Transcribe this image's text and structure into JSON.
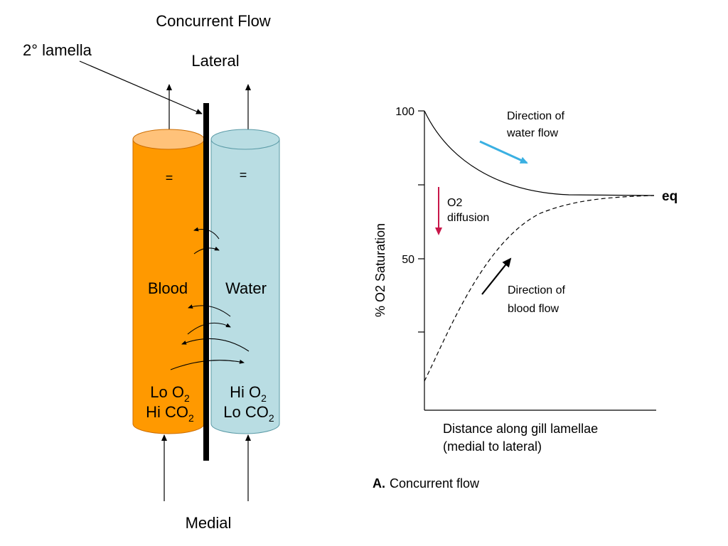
{
  "left_diagram": {
    "title": "Concurrent Flow",
    "lamella_label": "2° lamella",
    "lateral_label": "Lateral",
    "medial_label": "Medial",
    "blood": {
      "equal_sign": "=",
      "name": "Blood",
      "line1": "Lo O",
      "line1_sub": "2",
      "line2": "Hi CO",
      "line2_sub": "2",
      "color": "#ff9900"
    },
    "water": {
      "equal_sign": "=",
      "name": "Water",
      "line1": "Hi O",
      "line1_sub": "2",
      "line2": "Lo CO",
      "line2_sub": "2",
      "color": "#b9dde3"
    }
  },
  "right_diagram": {
    "y_tick_100": "100",
    "y_tick_50": "50",
    "y_axis_label": "% O2 Saturation",
    "x_axis_label_line1": "Distance along gill lamellae",
    "x_axis_label_line2": "(medial to lateral)",
    "water_flow_line1": "Direction of",
    "water_flow_line2": "water flow",
    "blood_flow_line1": "Direction of",
    "blood_flow_line2": "blood flow",
    "diffusion_line1": "O2",
    "diffusion_line2": "diffusion",
    "eq_label": "eq",
    "caption_bold": "A.",
    "caption_text": "Concurrent flow",
    "water_arrow_color": "#3ab0e2",
    "diffusion_arrow_color": "#c8174a"
  }
}
